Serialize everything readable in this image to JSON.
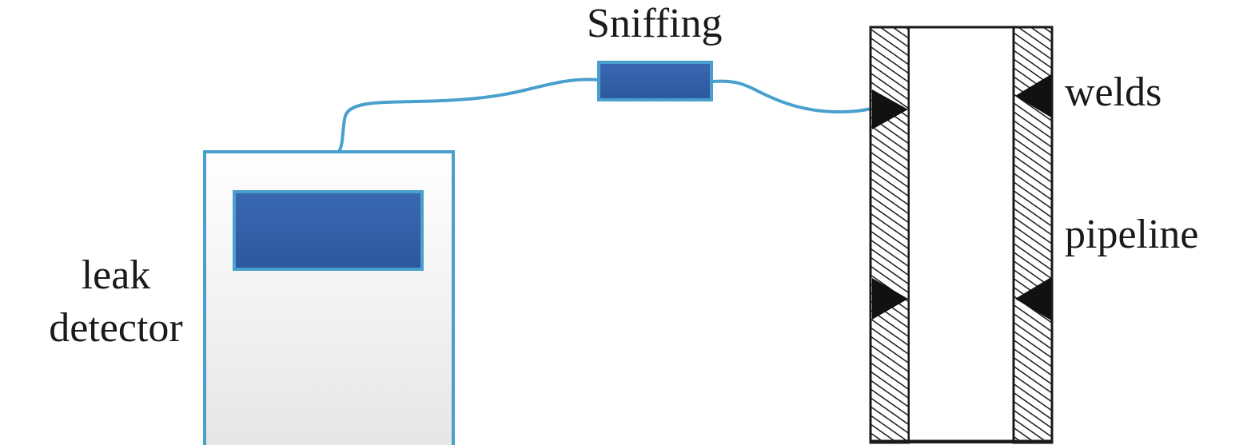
{
  "labels": {
    "sniffing": "Sniffing",
    "welds": "welds",
    "pipeline": "pipeline",
    "leak_detector_line1": "leak",
    "leak_detector_line2": "detector"
  },
  "colors": {
    "hose": "#4aa0cc",
    "device_border": "#4aa0cc",
    "screen_fill": "#3360a8",
    "probe_fill": "#3360a8",
    "wall_hatch": "#1a1a1a",
    "weld_fill": "#111111"
  },
  "icons": {
    "device": "leak-detector-unit",
    "probe": "sniffing-probe",
    "pipe": "pipeline-cross-section"
  }
}
